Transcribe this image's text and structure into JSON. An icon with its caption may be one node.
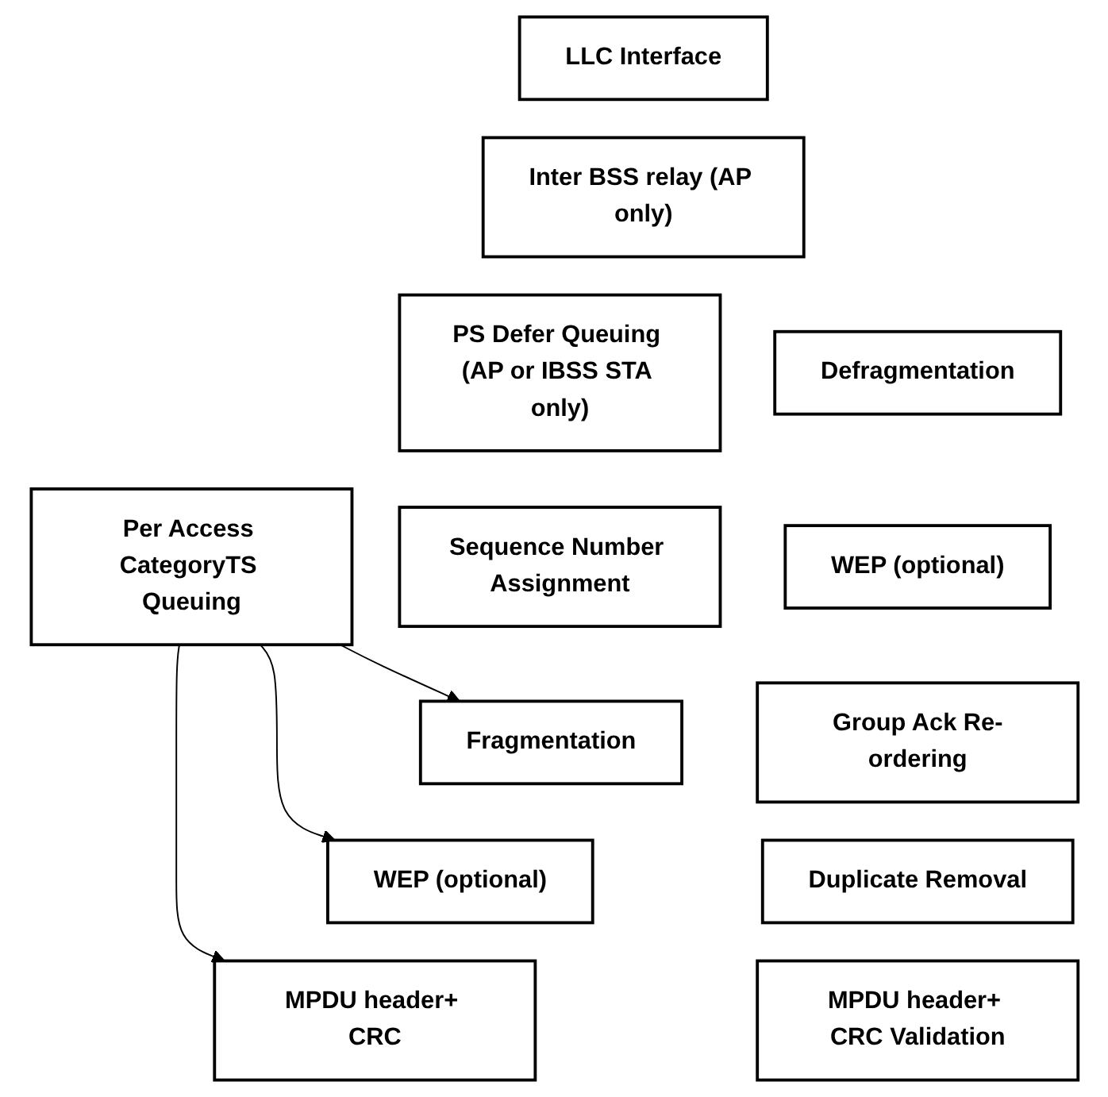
{
  "diagram": {
    "nodes": [
      {
        "text": [
          "LLC Interface"
        ]
      },
      {
        "text": [
          "Inter BSS relay (AP only)"
        ]
      },
      {
        "text": [
          "PS Defer Queuing (AP or IBSS STA only)"
        ]
      },
      {
        "text": [
          "Sequence Number Assignment"
        ]
      },
      {
        "text": [
          "Fragmentation"
        ]
      },
      {
        "text": [
          "WEP (optional)"
        ]
      },
      {
        "text": [
          "MPDU header+ CRC"
        ]
      },
      {
        "text": [
          "Per Access CategoryTS Queuing"
        ]
      },
      {
        "text": [
          "Defragmentation"
        ]
      },
      {
        "text": [
          "WEP (optional)"
        ]
      },
      {
        "text": [
          "Group Ack Re-ordering"
        ]
      },
      {
        "text": [
          "Duplicate Removal"
        ]
      },
      {
        "text": [
          "MPDU header+ CRC Validation"
        ]
      }
    ],
    "edges": [
      {
        "from": 7,
        "to": 4,
        "arrow": "to"
      },
      {
        "from": 7,
        "to": 5,
        "arrow": "to"
      },
      {
        "from": 7,
        "to": 6,
        "arrow": "to"
      }
    ]
  }
}
